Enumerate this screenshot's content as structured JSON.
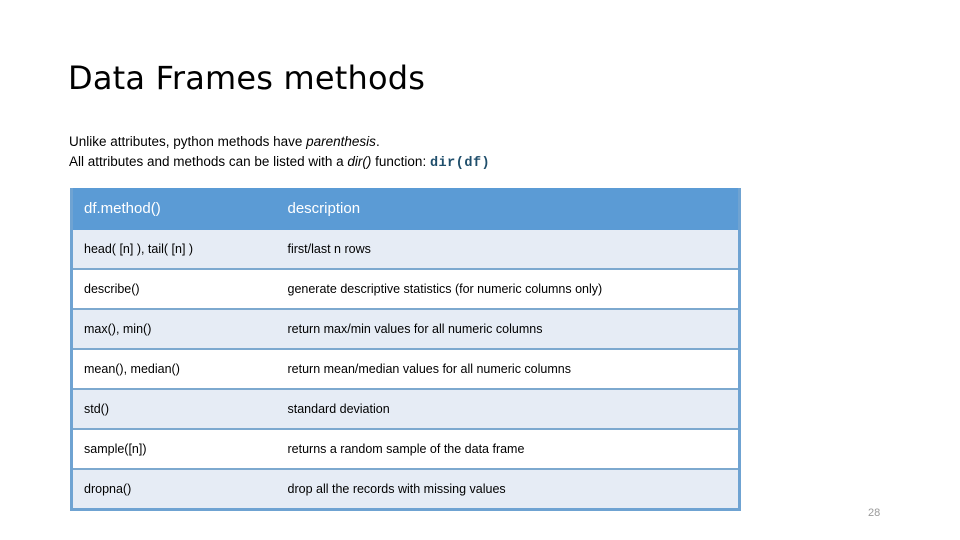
{
  "slide": {
    "title": "Data Frames methods",
    "page_number": "28",
    "intro": {
      "line1_prefix": "Unlike attributes, python methods have ",
      "line1_italic": "parenthesis",
      "line1_suffix": ".",
      "line2_prefix": "All attributes and methods can be listed with a ",
      "line2_italic": "dir()",
      "line2_mid": " function: ",
      "line2_code": "dir(df)"
    },
    "table": {
      "headers": {
        "method": "df.method()",
        "description": "description"
      },
      "rows": [
        {
          "method": "head( [n] ), tail( [n] )",
          "description": "first/last n rows"
        },
        {
          "method": "describe()",
          "description": "generate descriptive statistics (for numeric columns only)"
        },
        {
          "method": "max(), min()",
          "description": "return max/min values for all numeric columns"
        },
        {
          "method": "mean(), median()",
          "description": "return mean/median values for all numeric columns"
        },
        {
          "method": "std()",
          "description": "standard deviation"
        },
        {
          "method": "sample([n])",
          "description": "returns a random sample of the data frame"
        },
        {
          "method": "dropna()",
          "description": "drop all the records with missing values"
        }
      ]
    },
    "colors": {
      "header_blue": "#5B9BD5",
      "band_row": "#E6ECF5",
      "border_blue": "#7DA9CF",
      "code_navy": "#1F4E6B",
      "page_number_gray": "#9A9A9A"
    }
  }
}
